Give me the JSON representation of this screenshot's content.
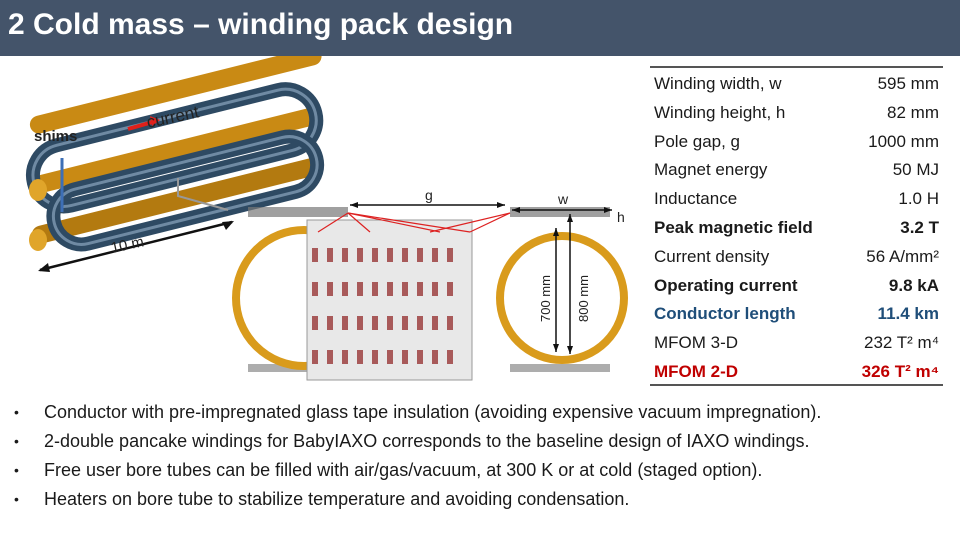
{
  "slide": {
    "title": "2  Cold mass – winding pack design"
  },
  "figure": {
    "label_current": "current",
    "label_shims": "shims",
    "label_length": "10 m",
    "label_g": "g",
    "label_w": "w",
    "label_h": "h",
    "label_700": "700 mm",
    "label_800": "800 mm"
  },
  "specs": [
    {
      "label": "Winding width, w",
      "value": "595 mm",
      "style": "normal"
    },
    {
      "label": "Winding height, h",
      "value": "82 mm",
      "style": "normal"
    },
    {
      "label": "Pole gap, g",
      "value": "1000 mm",
      "style": "normal"
    },
    {
      "label": "Magnet energy",
      "value": "50 MJ",
      "style": "normal"
    },
    {
      "label": "Inductance",
      "value": "1.0 H",
      "style": "normal"
    },
    {
      "label": "Peak magnetic field",
      "value": "3.2 T",
      "style": "bold"
    },
    {
      "label": "Current density",
      "value": "56 A/mm²",
      "style": "normal"
    },
    {
      "label": "Operating current",
      "value": "9.8 kA",
      "style": "bold"
    },
    {
      "label": "Conductor length",
      "value": "11.4 km",
      "style": "blue"
    },
    {
      "label": "MFOM 3-D",
      "value": "232 T² m⁴",
      "style": "normal"
    },
    {
      "label": "MFOM 2-D",
      "value": "326 T² m⁴",
      "style": "red"
    }
  ],
  "bullets": [
    "Conductor with pre-impregnated glass tape insulation (avoiding expensive vacuum impregnation).",
    "2-double pancake windings for BabyIAXO corresponds to the baseline design of IAXO windings.",
    "Free user bore tubes can be filled with air/gas/vacuum, at 300 K or at cold (staged option).",
    "Heaters on bore tube to stabilize temperature and avoiding condensation."
  ],
  "bullet_char": "•",
  "colors": {
    "header": "#44546a",
    "conductor_length": "#1f4e79",
    "mfom_2d": "#c00000",
    "coil_gold": "#d99b1c",
    "coil_blue": "#2e4a63"
  }
}
